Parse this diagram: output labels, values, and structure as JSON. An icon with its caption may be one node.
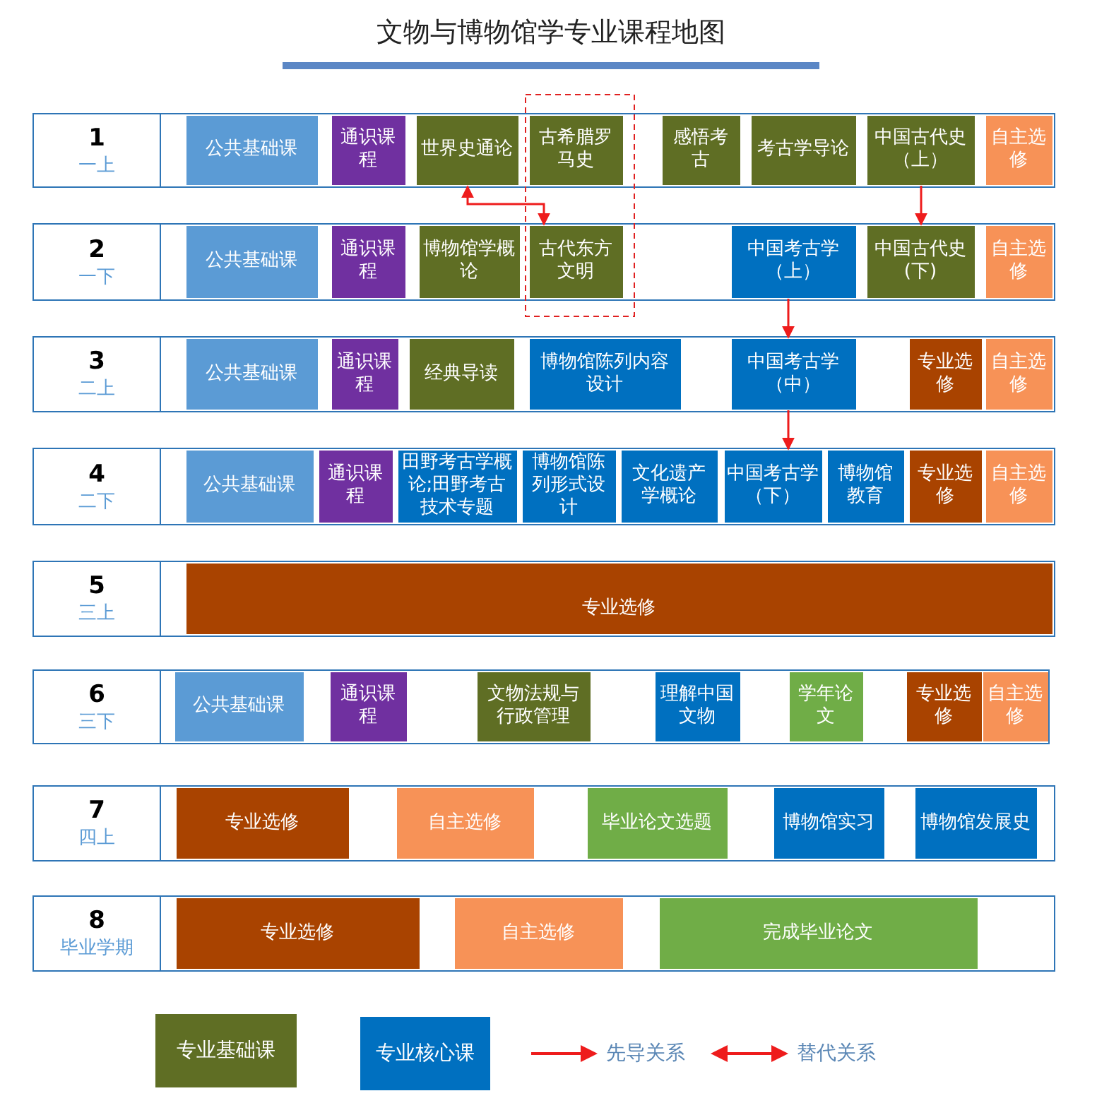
{
  "diagram": {
    "title": "文物与博物馆学专业课程地图",
    "nodes": [
      {
        "text": [
          "1",
          "一上"
        ]
      },
      {
        "text": [
          "公共基础课"
        ],
        "in": 0
      },
      {
        "text": [
          "通识课程"
        ],
        "in": 0
      },
      {
        "text": [
          "世界史通论"
        ],
        "in": 0
      },
      {
        "text": [
          "古希腊罗马史"
        ],
        "in": 0
      },
      {
        "text": [
          "感悟考古"
        ],
        "in": 0
      },
      {
        "text": [
          "考古学导论"
        ],
        "in": 0
      },
      {
        "text": [
          "中国古代史（上）"
        ],
        "in": 0
      },
      {
        "text": [
          "自主选修"
        ],
        "in": 0
      },
      {
        "text": [
          "2",
          "一下"
        ]
      },
      {
        "text": [
          "公共基础课"
        ],
        "in": 9
      },
      {
        "text": [
          "通识课程"
        ],
        "in": 9
      },
      {
        "text": [
          "博物馆学概论"
        ],
        "in": 9
      },
      {
        "text": [
          "古代东方文明"
        ],
        "in": 9
      },
      {
        "text": [
          "中国考古学（上）"
        ],
        "in": 9
      },
      {
        "text": [
          "中国古代史(下)"
        ],
        "in": 9
      },
      {
        "text": [
          "自主选修"
        ],
        "in": 9
      },
      {
        "text": [
          "3",
          "二上"
        ]
      },
      {
        "text": [
          "公共基础课"
        ],
        "in": 17
      },
      {
        "text": [
          "通识课程"
        ],
        "in": 17
      },
      {
        "text": [
          "经典导读"
        ],
        "in": 17
      },
      {
        "text": [
          "博物馆陈列内容设计"
        ],
        "in": 17
      },
      {
        "text": [
          "中国考古学（中）"
        ],
        "in": 17
      },
      {
        "text": [
          "专业选修"
        ],
        "in": 17
      },
      {
        "text": [
          "自主选修"
        ],
        "in": 17
      },
      {
        "text": [
          "4",
          "二下"
        ]
      },
      {
        "text": [
          "公共基础课"
        ],
        "in": 25
      },
      {
        "text": [
          "通识课程"
        ],
        "in": 25
      },
      {
        "text": [
          "田野考古学概论;田野考古技术专题"
        ],
        "in": 25
      },
      {
        "text": [
          "博物馆陈列形式设计"
        ],
        "in": 25
      },
      {
        "text": [
          "文化遗产学概论"
        ],
        "in": 25
      },
      {
        "text": [
          "中国考古学（下）"
        ],
        "in": 25
      },
      {
        "text": [
          "博物馆教育"
        ],
        "in": 25
      },
      {
        "text": [
          "专业选修"
        ],
        "in": 25
      },
      {
        "text": [
          "自主选修"
        ],
        "in": 25
      },
      {
        "text": [
          "5",
          "三上"
        ]
      },
      {
        "text": [
          "专业选修"
        ],
        "in": 35
      },
      {
        "text": [
          "6",
          "三下"
        ]
      },
      {
        "text": [
          "公共基础课"
        ],
        "in": 37
      },
      {
        "text": [
          "通识课程"
        ],
        "in": 37
      },
      {
        "text": [
          "文物法规与行政管理"
        ],
        "in": 37
      },
      {
        "text": [
          "理解中国文物"
        ],
        "in": 37
      },
      {
        "text": [
          "学年论文"
        ],
        "in": 37
      },
      {
        "text": [
          "专业选修"
        ],
        "in": 37
      },
      {
        "text": [
          "自主选修"
        ],
        "in": 37
      },
      {
        "text": [
          "7",
          "四上"
        ]
      },
      {
        "text": [
          "专业选修"
        ],
        "in": 45
      },
      {
        "text": [
          "自主选修"
        ],
        "in": 45
      },
      {
        "text": [
          "毕业论文选题"
        ],
        "in": 45
      },
      {
        "text": [
          "博物馆实习"
        ],
        "in": 45
      },
      {
        "text": [
          "博物馆发展史"
        ],
        "in": 45
      },
      {
        "text": [
          "8",
          "毕业学期"
        ]
      },
      {
        "text": [
          "专业选修"
        ],
        "in": 51
      },
      {
        "text": [
          "自主选修"
        ],
        "in": 51
      },
      {
        "text": [
          "完成毕业论文"
        ],
        "in": 51
      }
    ],
    "edges": [
      {
        "from": 3,
        "to": 13,
        "arrow": "both"
      },
      {
        "from": 7,
        "to": 15,
        "arrow": "to"
      },
      {
        "from": 14,
        "to": 22,
        "arrow": "to"
      },
      {
        "from": 22,
        "to": 31,
        "arrow": "to"
      }
    ],
    "legend": [
      {
        "text": "专业基础课",
        "color": "#5f6e24"
      },
      {
        "text": "专业核心课",
        "color": "#0070c0"
      },
      {
        "text": "先导关系"
      },
      {
        "text": "替代关系"
      }
    ]
  }
}
